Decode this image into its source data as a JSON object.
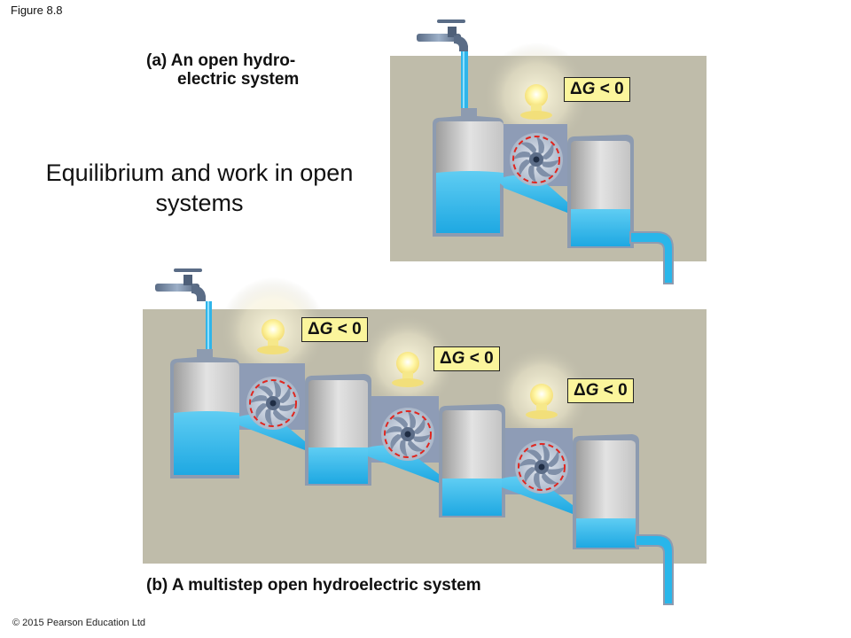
{
  "figure_label": "Figure 8.8",
  "main_title": "Equilibrium and work in open systems",
  "panel_a": {
    "title_line1": "(a) An open hydro-",
    "title_line2": "electric system",
    "badges": [
      {
        "delta": "Δ",
        "var": "G",
        "rel": " < 0"
      }
    ]
  },
  "panel_b": {
    "title": "(b) A multistep open hydroelectric system",
    "badges": [
      {
        "delta": "Δ",
        "var": "G",
        "rel": " < 0"
      },
      {
        "delta": "Δ",
        "var": "G",
        "rel": " < 0"
      },
      {
        "delta": "Δ",
        "var": "G",
        "rel": " < 0"
      }
    ]
  },
  "copyright": "© 2015 Pearson Education Ltd",
  "colors": {
    "background_panel": "#bfbcaa",
    "water": "#29b6ea",
    "water_light": "#6fd0f2",
    "tank_wall": "#8d9bb0",
    "tank_inner": "#cfcfcf",
    "turbine_housing": "#8e9cb6",
    "badge_fill": "#fbf59c",
    "arrow_red": "#e0261f",
    "bulb_glow": "#fff6b0"
  }
}
